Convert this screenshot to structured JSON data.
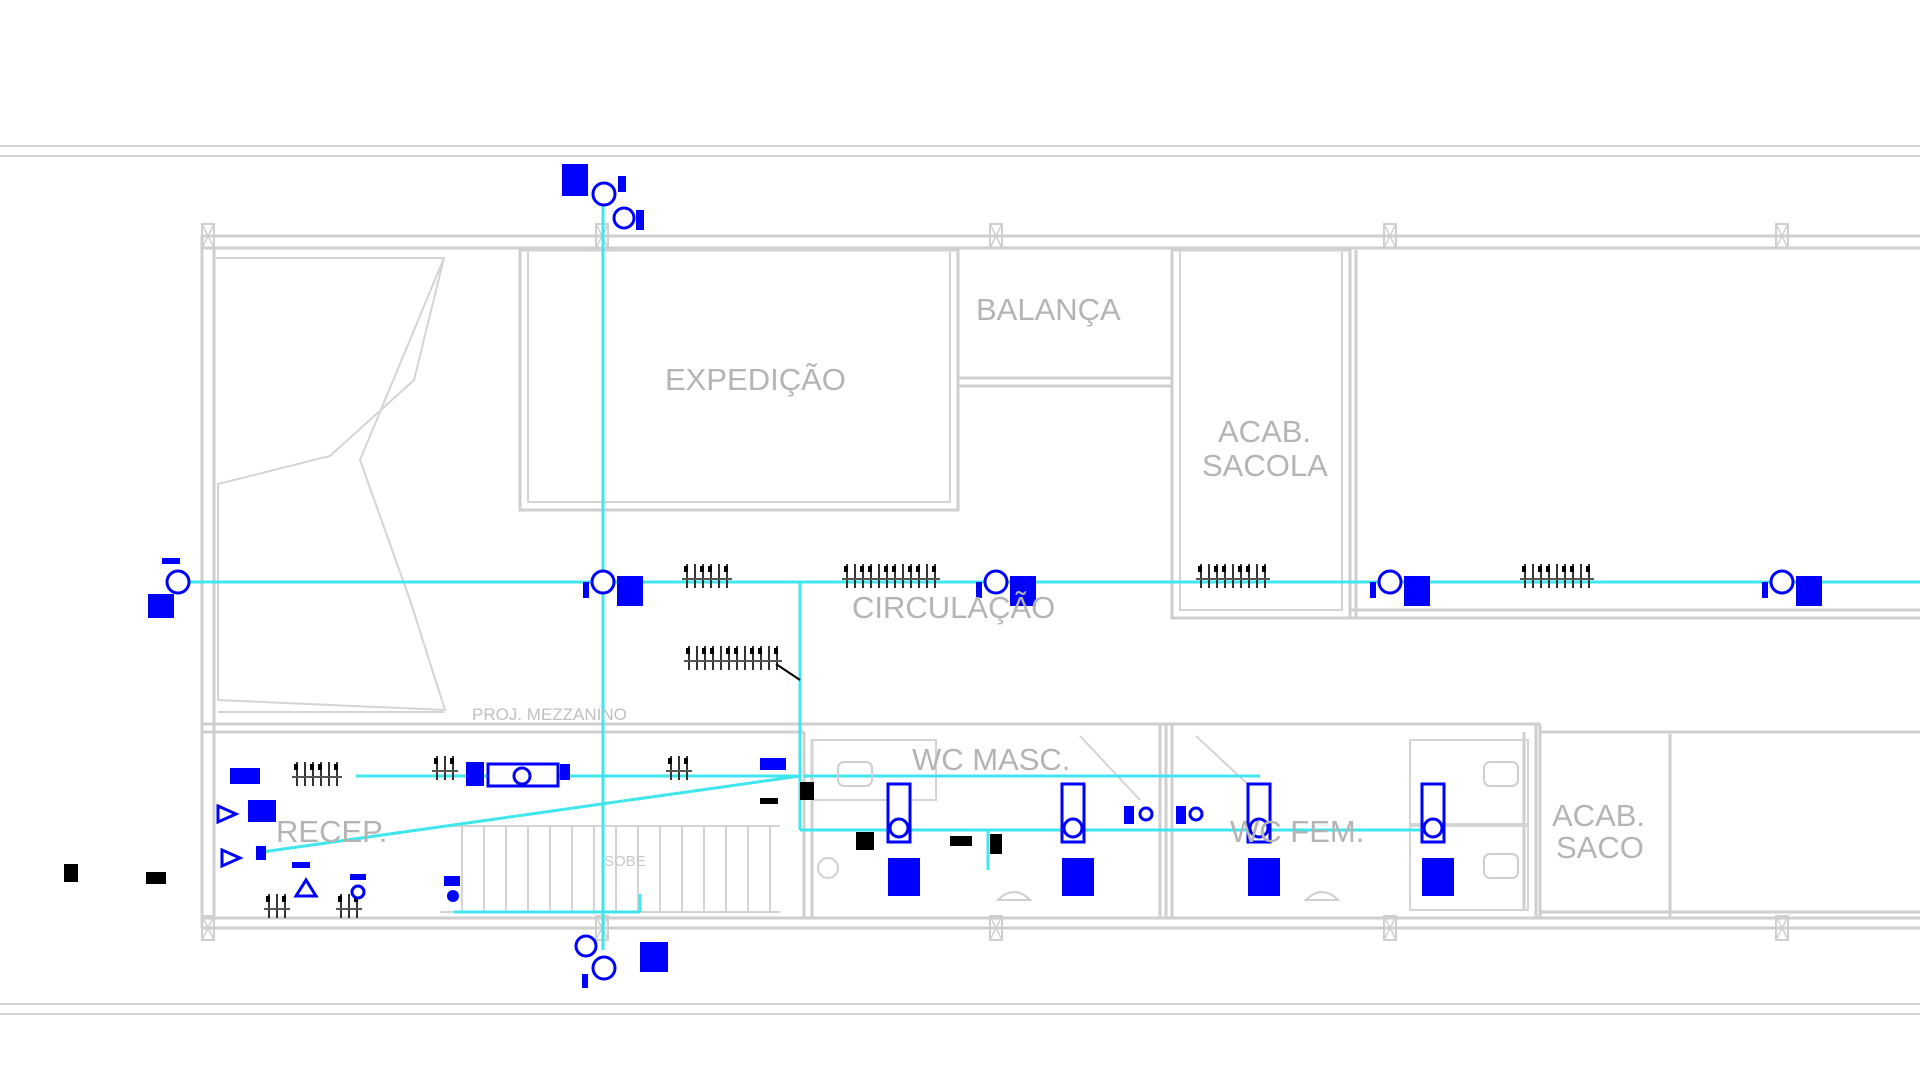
{
  "rooms": {
    "expedicao": "EXPEDIÇÃO",
    "balanca": "BALANÇA",
    "acab_sacola_1": "ACAB.",
    "acab_sacola_2": "SACOLA",
    "circulacao": "CIRCULAÇÃO",
    "proj_mezzanino": "PROJ. MEZZANINO",
    "wc_masc": "WC MASC.",
    "recep": "RECEP.",
    "sobe": "SOBE",
    "wc_fem": "WC FEM.",
    "acab_saco_1": "ACAB.",
    "acab_saco_2": "SACO"
  },
  "colors": {
    "wall": "#cfcfcf",
    "pipe": "#3fe6ee",
    "device": "#0000ff",
    "label": "#b4b4b4"
  },
  "icons": [
    "pendant-luminaire-icon",
    "ceiling-outlet-icon",
    "switch-group-icon",
    "distribution-board-icon",
    "toilet-icon",
    "sink-icon",
    "panel-block-icon"
  ]
}
